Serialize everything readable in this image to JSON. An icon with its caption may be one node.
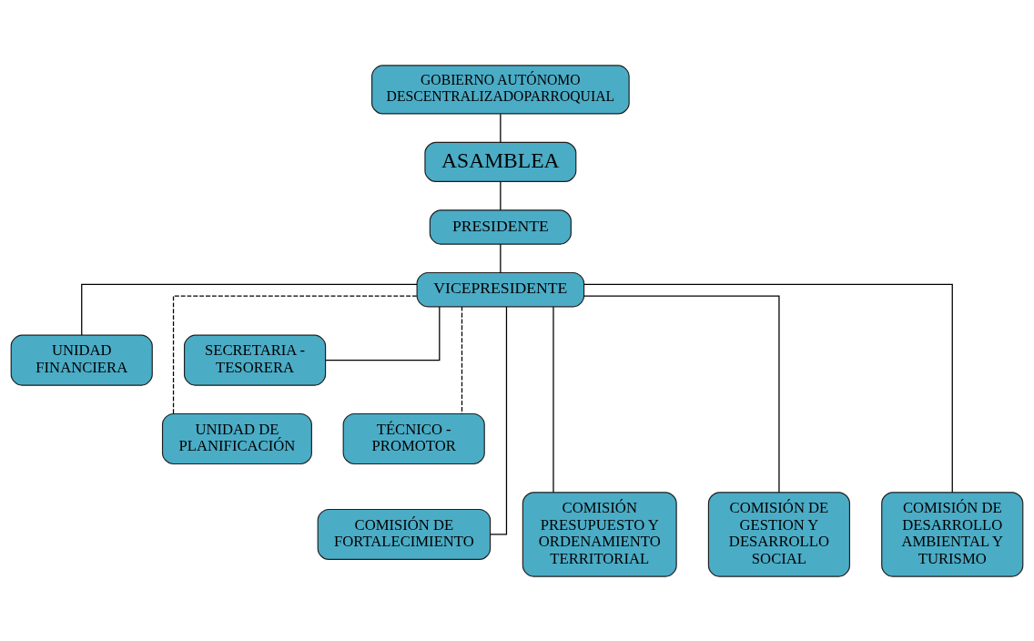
{
  "diagram": {
    "nodes": [
      {
        "text": [
          "GOBIERNO AUTÓNOMO DESCENTRALIZADOPARROQUIAL"
        ]
      },
      {
        "text": [
          "ASAMBLEA"
        ]
      },
      {
        "text": [
          "PRESIDENTE"
        ]
      },
      {
        "text": [
          "VICEPRESIDENTE"
        ]
      },
      {
        "text": [
          "UNIDAD FINANCIERA"
        ]
      },
      {
        "text": [
          "SECRETARIA - TESORERA"
        ]
      },
      {
        "text": [
          "UNIDAD DE PLANIFICACIÓN"
        ]
      },
      {
        "text": [
          "TÉCNICO - PROMOTOR"
        ]
      },
      {
        "text": [
          "COMISIÓN DE FORTALECIMIENTO"
        ]
      },
      {
        "text": [
          "COMISIÓN PRESUPUESTO Y ORDENAMIENTO TERRITORIAL"
        ]
      },
      {
        "text": [
          "COMISIÓN DE GESTION Y DESARROLLO SOCIAL"
        ]
      },
      {
        "text": [
          "COMISIÓN DE DESARROLLO AMBIENTAL Y TURISMO"
        ]
      }
    ],
    "edges": [
      {
        "from": 0,
        "to": 1,
        "arrow": "none"
      },
      {
        "from": 1,
        "to": 2,
        "arrow": "none"
      },
      {
        "from": 2,
        "to": 3,
        "arrow": "none"
      },
      {
        "from": 3,
        "to": 4,
        "arrow": "none"
      },
      {
        "from": 3,
        "to": 5,
        "arrow": "none"
      },
      {
        "from": 3,
        "to": 6,
        "arrow": "none",
        "style": "dashed"
      },
      {
        "from": 3,
        "to": 7,
        "arrow": "none",
        "style": "dashed"
      },
      {
        "from": 3,
        "to": 8,
        "arrow": "none"
      },
      {
        "from": 3,
        "to": 9,
        "arrow": "none"
      },
      {
        "from": 3,
        "to": 10,
        "arrow": "none"
      },
      {
        "from": 3,
        "to": 11,
        "arrow": "none"
      }
    ]
  }
}
